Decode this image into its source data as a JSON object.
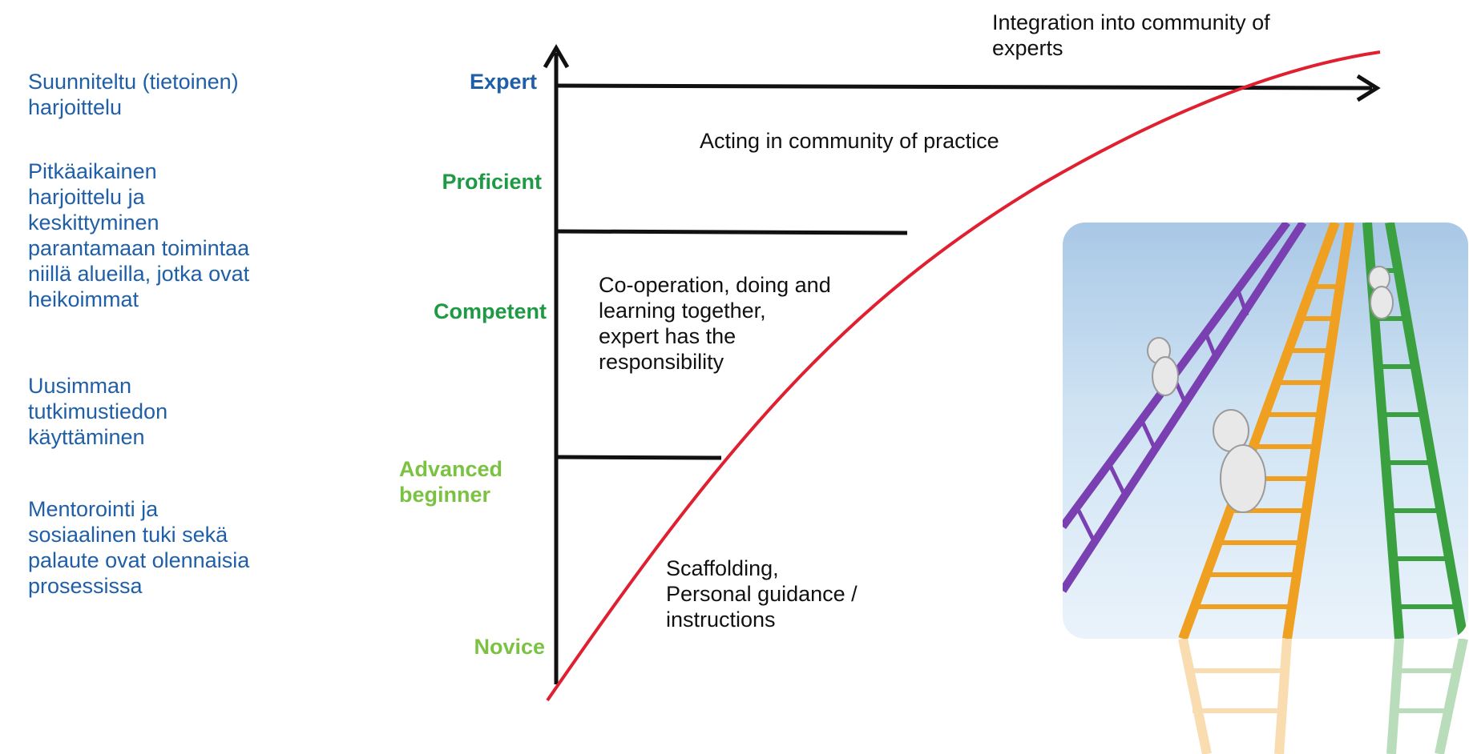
{
  "left_notes": [
    "Suunniteltu (tietoinen)\nharjoittelu",
    "Pitkäaikainen\nharjoittelu ja\nkeskittyminen\nparantamaan toimintaa\nniillä alueilla, jotka ovat\nheikoimmat",
    "Uusimman\ntutkimustiedon\nkäyttäminen",
    "Mentorointi ja\nsosiaalinen tuki sekä\npalaute ovat olennaisia\nprosessissa"
  ],
  "levels": [
    {
      "label": "Expert",
      "color": "#1f5fa8"
    },
    {
      "label": "Proficient",
      "color": "#1e9a45"
    },
    {
      "label": "Competent",
      "color": "#1e9a45"
    },
    {
      "label": "Advanced\nbeginner",
      "color": "#7cc242"
    },
    {
      "label": "Novice",
      "color": "#7cc242"
    }
  ],
  "stages": [
    "Integration into community of\nexperts",
    "Acting in community of practice",
    "Co-operation, doing and\nlearning together,\nexpert has the\nresponsibility",
    "Scaffolding,\nPersonal guidance /\ninstructions"
  ],
  "colors": {
    "axis": "#111111",
    "curve": "#e02030",
    "ladder_purple": "#7a3fb0",
    "ladder_orange": "#f0a020",
    "ladder_green": "#3aa040"
  }
}
